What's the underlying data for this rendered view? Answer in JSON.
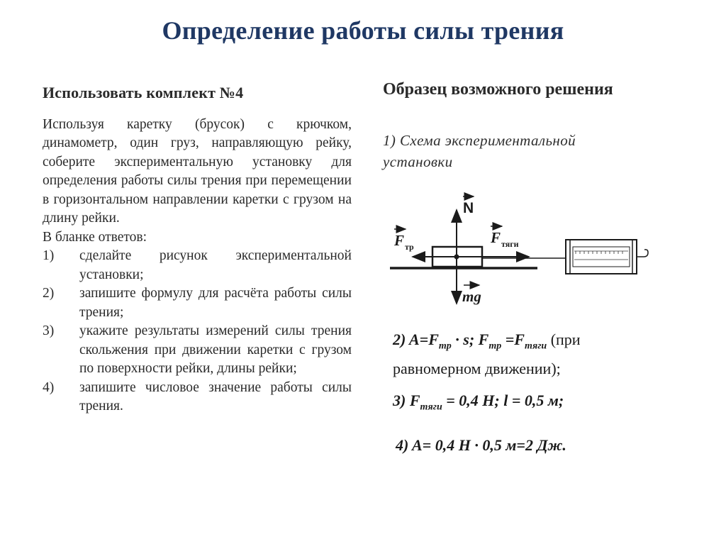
{
  "title": "Определение работы силы трения",
  "task": {
    "heading": "Использовать комплект №4",
    "intro": "Используя каретку (брусок) с крючком, динамометр, один груз, направляющую рейку, соберите экспериментальную установку для определения работы силы трения при перемещении в горизонтальном направлении каретки с грузом на длину рейки.",
    "blank_label": "В бланке ответов:",
    "items": [
      {
        "num": "1)",
        "text": "сделайте рисунок экспериментальной установки;"
      },
      {
        "num": "2)",
        "text": "запишите формулу для расчёта работы силы трения;"
      },
      {
        "num": "3)",
        "text": "укажите результаты измерений силы трения скольжения при движении каретки с грузом по поверхности рейки, длины рейки;"
      },
      {
        "num": "4)",
        "text": "запишите числовое значение работы силы трения."
      }
    ]
  },
  "solution": {
    "heading": "Образец возможного решения",
    "scheme": "1) Схема экспериментальной установки",
    "diagram_labels": {
      "N": "N",
      "F": "F",
      "tr": "тр",
      "tyagi": "тяги",
      "mg": "mg"
    },
    "answer2": {
      "p1": "2) A=F",
      "s1": "тр",
      "p2": " · s; F",
      "s2": "тр",
      "p3": " =F",
      "s3": "тяги",
      "p4": " (при",
      "line2": "равномерном движении);"
    },
    "answer3": {
      "p1": "3) F",
      "s1": "тяги",
      "p2": " = 0,4 Н; l = 0,5 м;"
    },
    "answer4": "4) A= 0,4 Н · 0,5 м=2 Дж."
  }
}
